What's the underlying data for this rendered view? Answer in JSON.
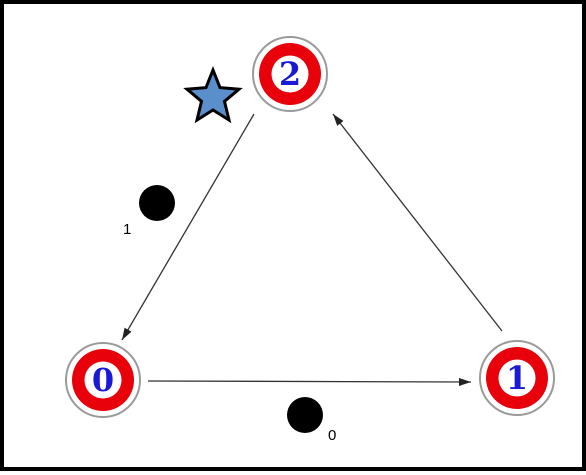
{
  "colors": {
    "node_ring": "#e8000b",
    "node_outline": "#9a9a9a",
    "node_text": "#1a1ad6",
    "edge": "#333333",
    "token": "#000000",
    "star_fill": "#5b8fcc",
    "star_stroke": "#000000"
  },
  "nodes": [
    {
      "id": "node-0",
      "label": "0"
    },
    {
      "id": "node-1",
      "label": "1"
    },
    {
      "id": "node-2",
      "label": "2"
    }
  ],
  "edges": [
    {
      "id": "edge-0-1",
      "from": "0",
      "to": "1"
    },
    {
      "id": "edge-1-2",
      "from": "1",
      "to": "2"
    },
    {
      "id": "edge-2-0",
      "from": "2",
      "to": "0"
    }
  ],
  "tokens": [
    {
      "id": "token-edge-0-1",
      "label": "0"
    },
    {
      "id": "token-edge-2-0",
      "label": "1"
    }
  ],
  "marker": {
    "icon": "star-icon",
    "at_node": "2"
  }
}
